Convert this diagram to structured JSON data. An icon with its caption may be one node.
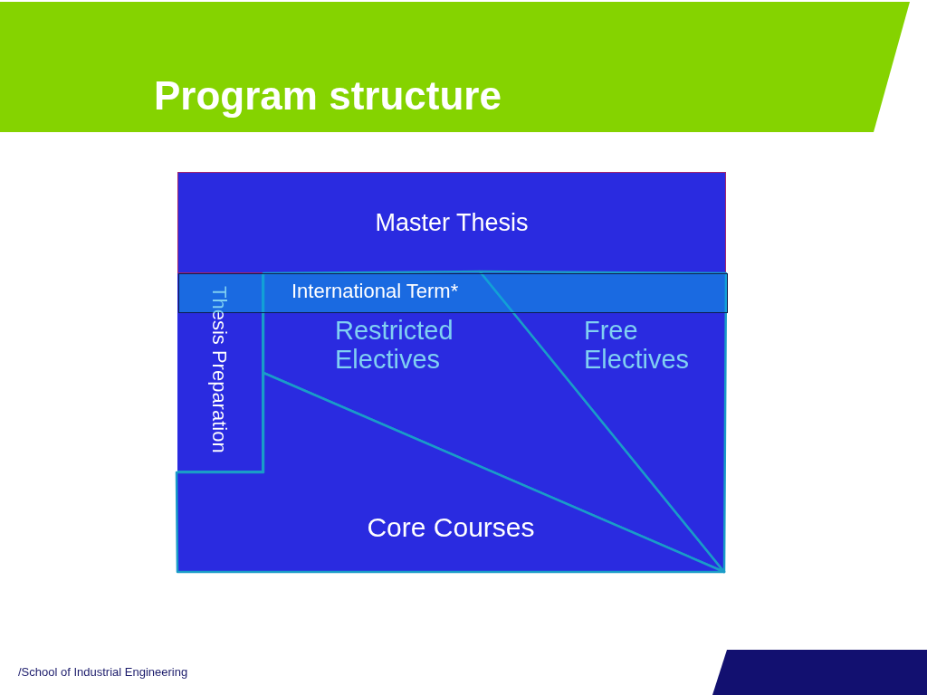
{
  "diagram": {
    "title": "Program structure",
    "nodes": [
      {
        "text": [
          "Master Thesis"
        ]
      },
      {
        "text": [
          "Thesis Preparation"
        ]
      },
      {
        "text": [
          "Restricted Electives"
        ]
      },
      {
        "text": [
          "International Term*"
        ]
      },
      {
        "text": [
          "Free Electives"
        ]
      },
      {
        "text": [
          "Core Courses"
        ]
      }
    ],
    "labels": [
      "/School of Industrial Engineering"
    ]
  }
}
